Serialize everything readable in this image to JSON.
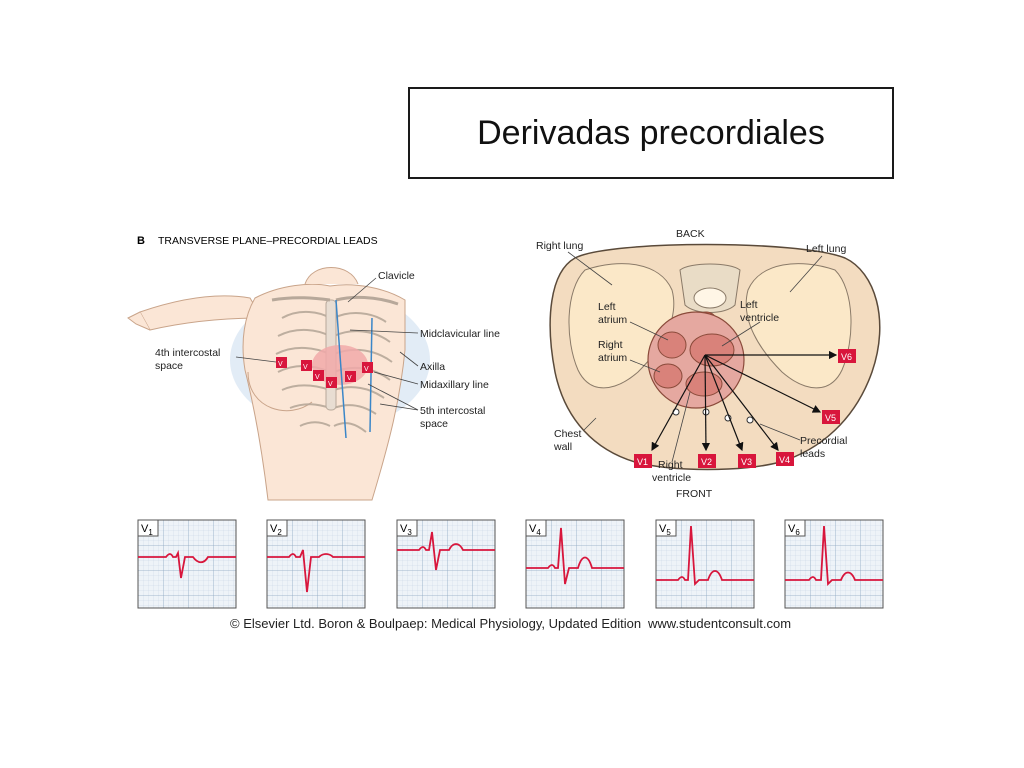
{
  "slide": {
    "title": "Derivadas precordiales"
  },
  "panel_b": {
    "letter": "B",
    "heading": "TRANSVERSE PLANE–PRECORDIAL LEADS",
    "labels": {
      "clavicle": "Clavicle",
      "midclavicular": "Midclavicular line",
      "intercostal4_line1": "4th intercostal",
      "intercostal4_line2": "space",
      "axilla": "Axilla",
      "midaxillary": "Midaxillary line",
      "intercostal5_line1": "5th intercostal",
      "intercostal5_line2": "space"
    }
  },
  "cross_section": {
    "labels": {
      "back": "BACK",
      "front": "FRONT",
      "right_lung": "Right lung",
      "left_lung": "Left lung",
      "left_atrium_1": "Left",
      "left_atrium_2": "atrium",
      "left_ventricle_1": "Left",
      "left_ventricle_2": "ventricle",
      "right_atrium_1": "Right",
      "right_atrium_2": "atrium",
      "chest_wall_1": "Chest",
      "chest_wall_2": "wall",
      "right_ventricle_1": "Right",
      "right_ventricle_2": "ventricle",
      "precordial_1": "Precordial",
      "precordial_2": "leads"
    }
  },
  "leads": [
    {
      "base": "V",
      "sub": "1"
    },
    {
      "base": "V",
      "sub": "2"
    },
    {
      "base": "V",
      "sub": "3"
    },
    {
      "base": "V",
      "sub": "4"
    },
    {
      "base": "V",
      "sub": "5"
    },
    {
      "base": "V",
      "sub": "6"
    }
  ],
  "credit": {
    "source": "© Elsevier Ltd. Boron & Boulpaep: Medical Physiology, Updated Edition",
    "url": "www.studentconsult.com"
  },
  "colors": {
    "lead_red": "#d8163c",
    "ecg_grid": "#9fb8cf",
    "ecg_bg": "#eef3f8",
    "heart": "#d99a93",
    "lung": "#fbe8c8"
  }
}
